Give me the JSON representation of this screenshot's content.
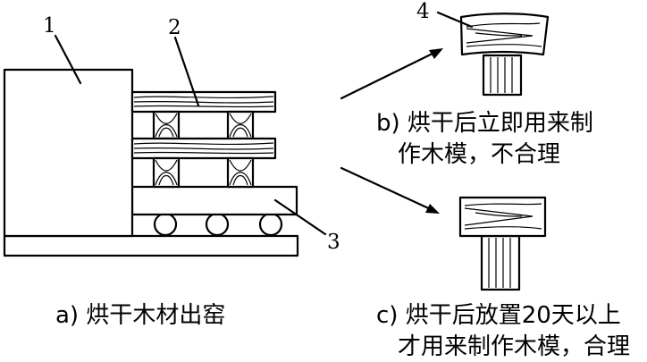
{
  "labels": {
    "n1": "1",
    "n2": "2",
    "n3": "3",
    "n4": "4"
  },
  "captions": {
    "a": "a) 烘干木材出窑",
    "b_line1": "b) 烘干后立即用来制",
    "b_line2": "作木模，不合理",
    "c_line1": "c) 烘干后放置20天以上",
    "c_line2": "才用来制作木模，合理"
  },
  "colors": {
    "ink": "#000000",
    "background": "#ffffff"
  }
}
